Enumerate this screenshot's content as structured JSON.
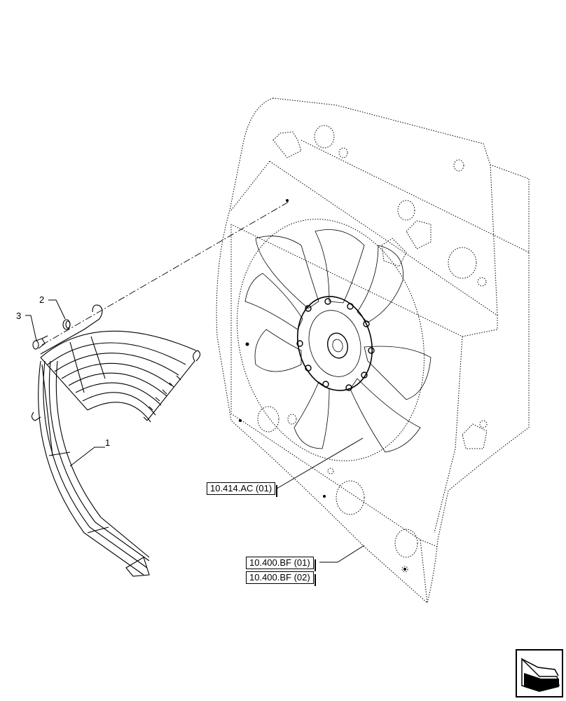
{
  "callouts": [
    {
      "id": "1",
      "label": "1"
    },
    {
      "id": "2",
      "label": "2"
    },
    {
      "id": "3",
      "label": "3"
    }
  ],
  "references": [
    {
      "label": "10.414.AC (01)"
    },
    {
      "label": "10.400.BF (01)"
    },
    {
      "label": "10.400.BF (02)"
    }
  ],
  "nav_icon": "next-page-arrow-icon"
}
